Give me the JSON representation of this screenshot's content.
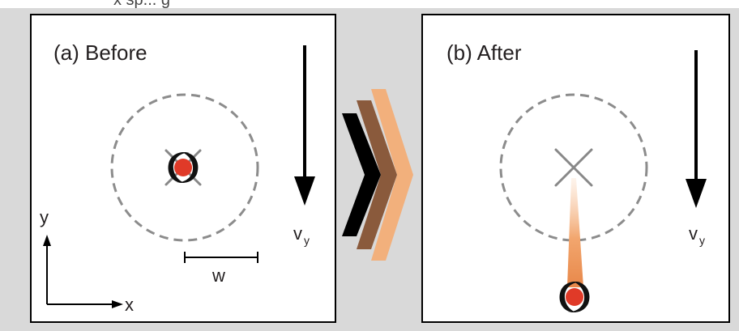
{
  "header_fragment": "x sp... g",
  "panels": [
    {
      "title": "(a) Before",
      "velocity_label": "v",
      "velocity_subscript": "y",
      "width_label": "w",
      "axis_y_label": "y",
      "axis_x_label": "x"
    },
    {
      "title": "(b) After",
      "velocity_label": "v",
      "velocity_subscript": "y"
    }
  ],
  "colors": {
    "panel_bg": "#ffffff",
    "frame": "#000000",
    "dashed_circle": "#8c8c8c",
    "marker": "#888888",
    "vortex_red": "#e03a28",
    "chevron_1": "#000000",
    "chevron_2": "#8a5a3c",
    "chevron_3": "#f2b07c",
    "trail": "#f2a66e"
  },
  "icons": [
    "vortex-icon",
    "x-marker-icon",
    "down-arrow-icon",
    "chevron-transition-icon"
  ]
}
